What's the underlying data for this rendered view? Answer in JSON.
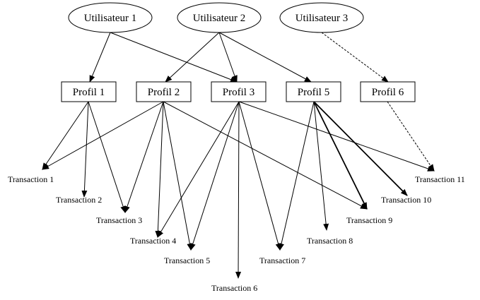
{
  "users": [
    {
      "id": "u1",
      "label": "Utilisateur 1"
    },
    {
      "id": "u2",
      "label": "Utilisateur 2"
    },
    {
      "id": "u3",
      "label": "Utilisateur 3"
    }
  ],
  "profiles": [
    {
      "id": "p1",
      "label": "Profil 1"
    },
    {
      "id": "p2",
      "label": "Profil 2"
    },
    {
      "id": "p3",
      "label": "Profil 3"
    },
    {
      "id": "p5",
      "label": "Profil 5"
    },
    {
      "id": "p6",
      "label": "Profil 6"
    }
  ],
  "transactions": [
    {
      "id": "t1",
      "label": "Transaction 1"
    },
    {
      "id": "t2",
      "label": "Transaction 2"
    },
    {
      "id": "t3",
      "label": "Transaction 3"
    },
    {
      "id": "t4",
      "label": "Transaction 4"
    },
    {
      "id": "t5",
      "label": "Transaction 5"
    },
    {
      "id": "t6",
      "label": "Transaction 6"
    },
    {
      "id": "t7",
      "label": "Transaction 7"
    },
    {
      "id": "t8",
      "label": "Transaction 8"
    },
    {
      "id": "t9",
      "label": "Transaction 9"
    },
    {
      "id": "t10",
      "label": "Transaction 10"
    },
    {
      "id": "t11",
      "label": "Transaction 11"
    }
  ],
  "edges": [
    {
      "from": "u1",
      "to": "p1"
    },
    {
      "from": "u1",
      "to": "p3"
    },
    {
      "from": "u2",
      "to": "p2"
    },
    {
      "from": "u2",
      "to": "p3"
    },
    {
      "from": "u2",
      "to": "p5"
    },
    {
      "from": "u3",
      "to": "p6",
      "style": "dashed"
    },
    {
      "from": "p1",
      "to": "t1"
    },
    {
      "from": "p1",
      "to": "t2"
    },
    {
      "from": "p1",
      "to": "t3"
    },
    {
      "from": "p2",
      "to": "t1"
    },
    {
      "from": "p2",
      "to": "t3"
    },
    {
      "from": "p2",
      "to": "t4"
    },
    {
      "from": "p2",
      "to": "t5"
    },
    {
      "from": "p2",
      "to": "t9"
    },
    {
      "from": "p3",
      "to": "t4"
    },
    {
      "from": "p3",
      "to": "t5"
    },
    {
      "from": "p3",
      "to": "t6"
    },
    {
      "from": "p3",
      "to": "t7"
    },
    {
      "from": "p3",
      "to": "t11"
    },
    {
      "from": "p5",
      "to": "t7"
    },
    {
      "from": "p5",
      "to": "t8"
    },
    {
      "from": "p5",
      "to": "t9",
      "style": "bold"
    },
    {
      "from": "p5",
      "to": "t10",
      "style": "bold"
    },
    {
      "from": "p6",
      "to": "t11",
      "style": "dashed"
    }
  ]
}
